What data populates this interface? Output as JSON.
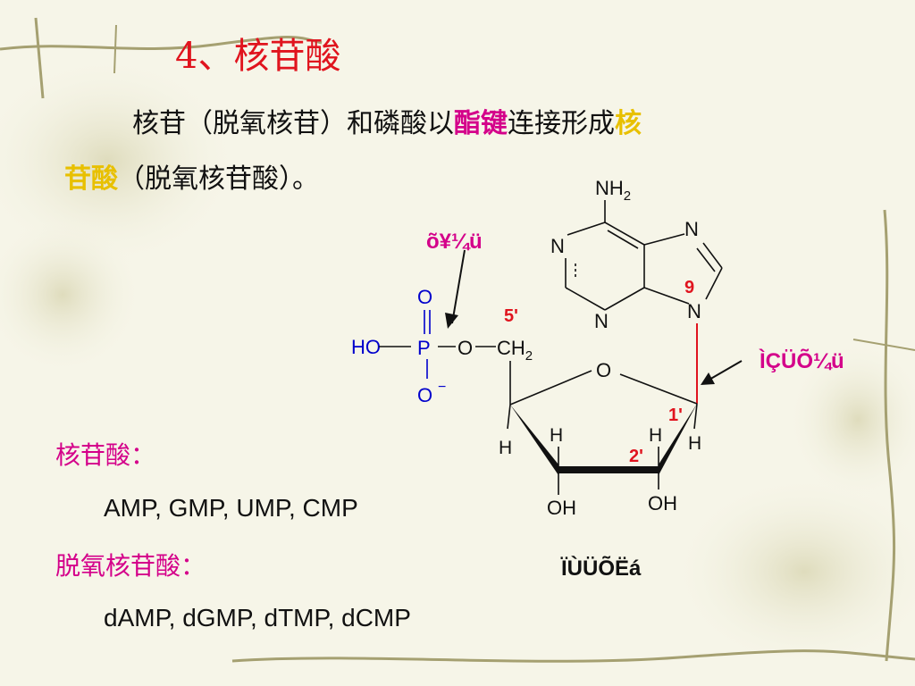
{
  "slide": {
    "title": "4、核苷酸",
    "desc1_a": "核苷（脱氧核苷）和磷酸以",
    "desc1_b": "酯键",
    "desc1_c": "连接形成",
    "desc1_d": "核",
    "desc2_a": "苷酸",
    "desc2_b": "（脱氧核苷酸）。",
    "nucleotide_heading": "核苷酸：",
    "nucleotide_list": "AMP, GMP, UMP, CMP",
    "deoxy_heading": "脱氧核苷酸：",
    "deoxy_list": "dAMP, dGMP, dTMP, dCMP"
  },
  "structure": {
    "label_nh2": "NH2",
    "label_n_a": "N",
    "label_n_b": "N",
    "label_n_c": "N",
    "label_n_d": "N",
    "label_9": "9",
    "label_5p": "5'",
    "label_1p": "1'",
    "label_2p": "2'",
    "label_ring_o": "O",
    "label_p": "P",
    "label_p_o_top": "O",
    "label_p_o_bottom": "O",
    "label_charge": "−",
    "label_ho": "HO",
    "label_o_link": "O",
    "label_ch2": "CH2",
    "label_h1": "H",
    "label_h2": "H",
    "label_h3": "H",
    "label_h4": "H",
    "label_oh_left": "OH",
    "label_oh_right": "OH",
    "garbled_ester": "õ¥¼ü",
    "garbled_glycosidic": "ÌÇÜÕ¼ü",
    "garbled_caption": "ÏÙÜÕËá"
  },
  "colors": {
    "title": "#e0141e",
    "highlight_magenta": "#d4008a",
    "highlight_yellow": "#e8c000",
    "phosphate_blue": "#0000cc",
    "bond_red": "#e0141e"
  }
}
